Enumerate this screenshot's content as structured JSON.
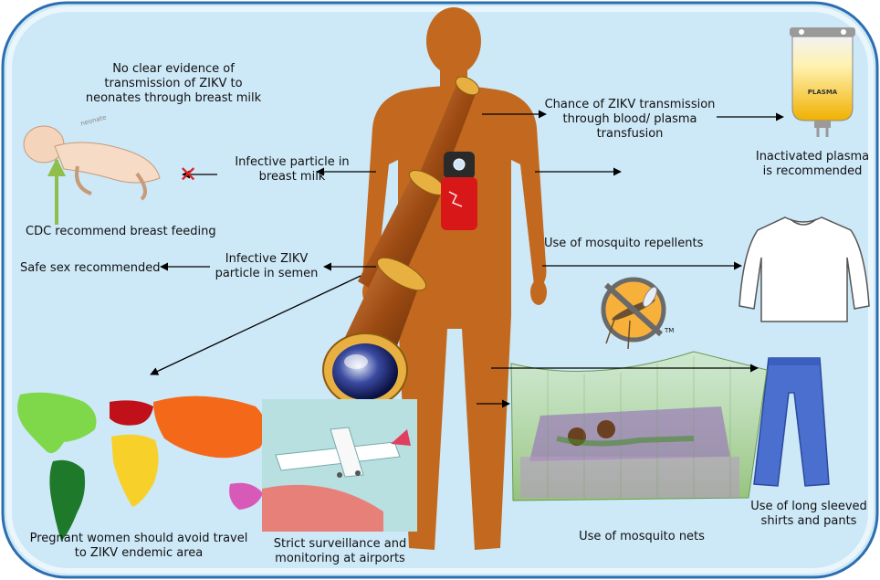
{
  "labels": {
    "breast_milk_evidence": [
      "No clear evidence of",
      "transmission of ZIKV to",
      "neonates through breast milk"
    ],
    "neonate_tag": "neonate",
    "infective_breast_milk": [
      "Infective particle in",
      "breast milk"
    ],
    "cdc_breast_feeding": "CDC recommend breast feeding",
    "infective_semen": [
      "Infective ZIKV",
      "particle in semen"
    ],
    "safe_sex": "Safe sex recommended",
    "blood_transmission": [
      "Chance of ZIKV transmission",
      "through blood/ plasma",
      "transfusion"
    ],
    "plasma_bag": "PLASMA",
    "inactivated_plasma": [
      "Inactivated plasma",
      "is recommended"
    ],
    "repellents": "Use of mosquito repellents",
    "trademark": "TM",
    "pregnant_travel": [
      "Pregnant women should avoid travel",
      "to ZIKV endemic area"
    ],
    "airport_surveillance": [
      "Strict surveillance and",
      "monitoring at airports"
    ],
    "mosquito_nets": "Use of mosquito nets",
    "long_sleeves": [
      "Use of long sleeved",
      "shirts and pants"
    ],
    "not_recommended_mark": "✕"
  },
  "colors": {
    "background_fill": "#cde8f7",
    "background_border": "#2c6fb0",
    "human": "#c2691f",
    "telescope": "#9c4a12",
    "arrow": "#000000",
    "cross": "#e02020",
    "cdc_arrow": "#8fbf4a",
    "plasma": "#f0c020",
    "pants": "#4a6fcf",
    "net": "#a8cf8a"
  },
  "icons": {
    "neonate": "baby-icon",
    "plasma_bag": "plasma-bag-icon",
    "repellent": "spray-bottle-icon",
    "shirt": "long-sleeve-shirt-icon",
    "no_mosquito": "no-mosquito-icon",
    "pants": "pants-icon",
    "net": "mosquito-net-icon",
    "map": "world-map-icon",
    "airport": "airplane-icon",
    "human": "human-silhouette-icon",
    "telescope": "telescope-icon"
  }
}
